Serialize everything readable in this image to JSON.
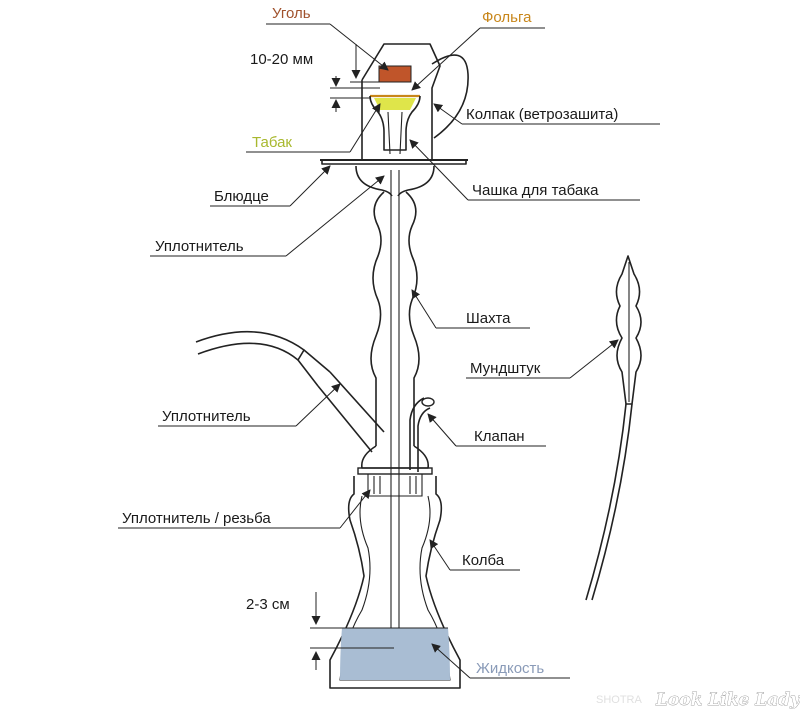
{
  "labels": {
    "coal": "Уголь",
    "foil": "Фольга",
    "gap_top": "10-20 мм",
    "cap": "Колпак (ветрозашита)",
    "tobacco": "Табак",
    "saucer": "Блюдце",
    "bowl": "Чашка для табака",
    "seal_top": "Уплотнитель",
    "shaft": "Шахта",
    "mouthpiece": "Мундштук",
    "seal_hose": "Уплотнитель",
    "valve": "Клапан",
    "seal_thread": "Уплотнитель / резьба",
    "flask": "Колба",
    "gap_bottom": "2-3 см",
    "liquid": "Жидкость"
  },
  "watermark": {
    "text": "Look Like Lady",
    "faint": "SHOTRA"
  },
  "colors": {
    "coal": "#c0552a",
    "foil": "#c8861a",
    "tobacco": "#d8e040",
    "liquid": "#a9bdd3",
    "line": "#222222"
  }
}
